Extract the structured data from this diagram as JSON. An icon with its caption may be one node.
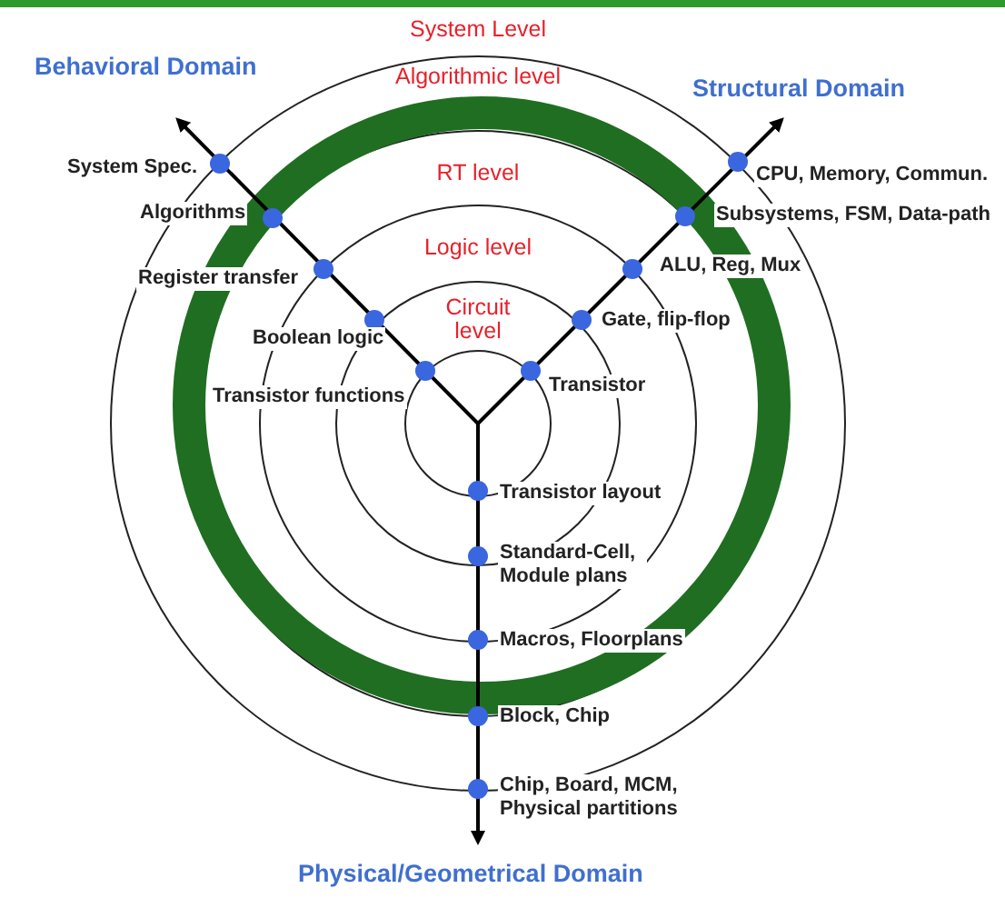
{
  "diagram": {
    "labels": [
      "System Level",
      "Behavioral Domain",
      "Structural Domain",
      "Algorithmic level",
      "System Spec.",
      "CPU, Memory, Commun.",
      "Algorithms",
      "Subsystems, FSM, Data-path",
      "RT level",
      "Register transfer",
      "ALU, Reg, Mux",
      "Logic level",
      "Boolean logic",
      "Gate, flip-flop",
      "Circuit level",
      "Transistor functions",
      "Transistor",
      "Transistor layout",
      "Standard-Cell, Module plans",
      "Macros, Floorplans",
      "Block, Chip",
      "Chip, Board, MCM, Physical partitions",
      "Physical/Geometrical Domain"
    ]
  }
}
